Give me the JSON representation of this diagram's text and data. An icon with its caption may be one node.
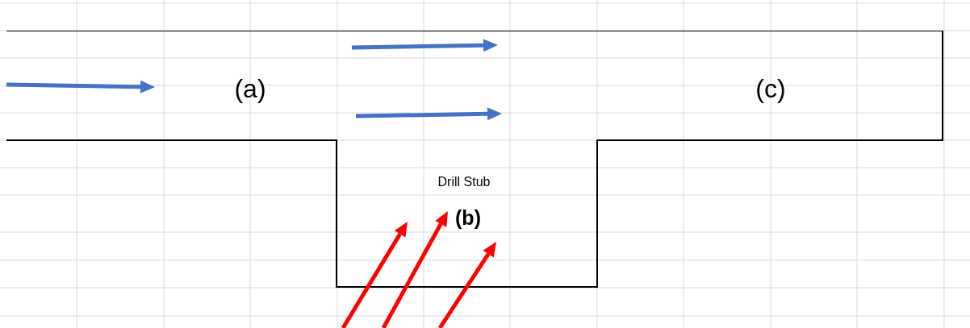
{
  "diagram": {
    "nodes": [
      {
        "text": [
          "(a)",
          "(c)",
          "Drill Stub",
          "(b)"
        ]
      }
    ]
  }
}
